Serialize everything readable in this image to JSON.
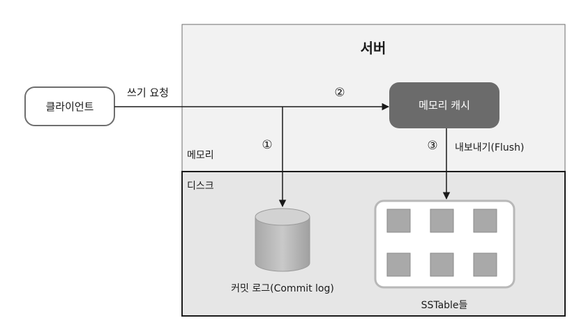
{
  "server": {
    "title": "서버"
  },
  "memory": {
    "label": "메모리"
  },
  "disk": {
    "label": "디스크"
  },
  "client": {
    "label": "클라이언트"
  },
  "write_request": {
    "label": "쓰기 요청"
  },
  "memory_cache": {
    "label": "메모리 캐시"
  },
  "steps": {
    "one": "①",
    "two": "②",
    "three": "③"
  },
  "flush": {
    "label": "내보내기(Flush)"
  },
  "commit_log": {
    "label": "커밋 로그(Commit log)"
  },
  "sstables": {
    "label": "SSTable들",
    "count": 6
  },
  "colors": {
    "server_bg": "#f2f2f2",
    "disk_bg": "#e6e6e6",
    "cache_fill": "#6b6b6b",
    "sstable_tile": "#a9a9a9",
    "cylinder": "#bdbdbd"
  }
}
